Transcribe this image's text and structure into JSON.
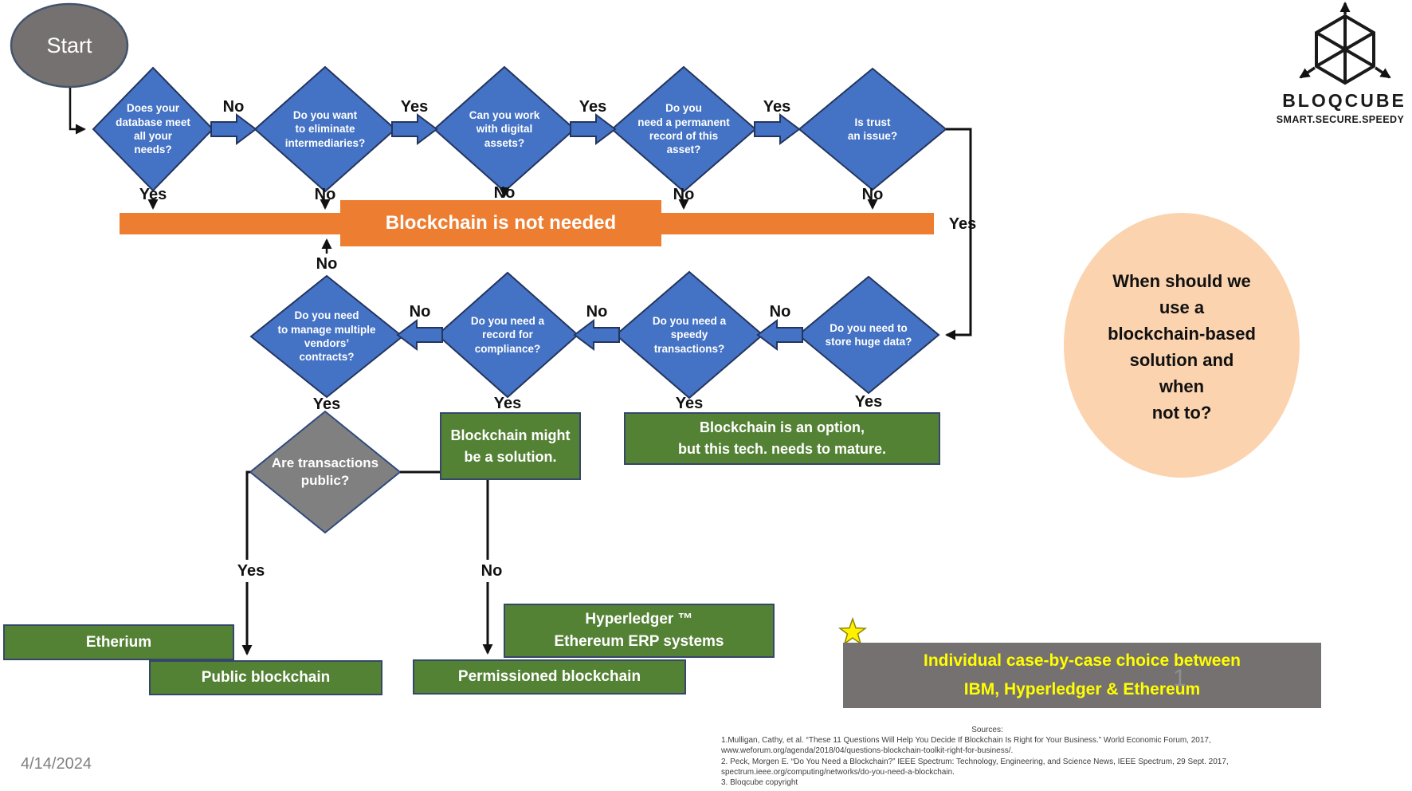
{
  "slide": {
    "date": "4/14/2024",
    "page_number": "1"
  },
  "logo": {
    "name": "BLOQCUBE",
    "tagline": "SMART.SECURE.SPEEDY",
    "icon": "cube-with-arrows"
  },
  "colors": {
    "diamond_blue": "#4472C4",
    "border_navy": "#2E4A7C",
    "orange": "#ED7D31",
    "green": "#548235",
    "gray": "#767171",
    "peach": "#FBD3AF",
    "choice_text_yellow": "#FFFF00",
    "star_yellow": "#FFF100"
  },
  "start": {
    "label": "Start"
  },
  "question_circle": {
    "text": "When should we\nuse a\nblockchain-based\nsolution and\nwhen\nnot to?"
  },
  "banner": {
    "text": "Blockchain is not needed"
  },
  "top_row": {
    "diamonds": [
      {
        "text": "Does your\ndatabase meet\nall your\nneeds?",
        "down_label": "Yes"
      },
      {
        "text": "Do you want\nto eliminate\nintermediaries?",
        "down_label": "No"
      },
      {
        "text": "Can you work\nwith digital\nassets?",
        "down_label": "No"
      },
      {
        "text": "Do you\nneed a permanent\nrecord of this\nasset?",
        "down_label": "No"
      },
      {
        "text": "Is trust\nan issue?",
        "down_label": "No"
      }
    ],
    "between_labels": [
      "No",
      "Yes",
      "Yes",
      "Yes"
    ],
    "trust_yes_label": "Yes"
  },
  "second_row": {
    "up_no_label": "No",
    "diamonds": [
      {
        "text": "Do you need\nto manage multiple\nvendors’\ncontracts?",
        "down_label": "Yes"
      },
      {
        "text": "Do you need a\nrecord for\ncompliance?",
        "down_label": "Yes"
      },
      {
        "text": "Do you need a\nspeedy\ntransactions?",
        "down_label": "Yes"
      },
      {
        "text": "Do you need to\nstore huge data?",
        "down_label": "Yes"
      }
    ],
    "between_labels": [
      "No",
      "No",
      "No"
    ]
  },
  "outcomes": {
    "might_be_solution": "Blockchain might\nbe a solution.",
    "option_mature": "Blockchain is an option,\nbut this tech. needs to mature."
  },
  "public_diamond": {
    "text": "Are transactions\npublic?",
    "yes_label": "Yes",
    "no_label": "No"
  },
  "results": {
    "etherium": "Etherium",
    "public_blockchain": "Public blockchain",
    "permissioned_blockchain": "Permissioned blockchain",
    "hyperledger": "Hyperledger ™\nEthereum ERP systems"
  },
  "choice_box": {
    "text": "Individual case-by-case choice between\nIBM, Hyperledger & Ethereum",
    "icon": "star"
  },
  "sources": {
    "title": "Sources:",
    "lines": [
      "1.Mulligan, Cathy, et al. “These 11 Questions Will Help You Decide If Blockchain Is Right for Your Business.” World Economic Forum, 2017,",
      "www.weforum.org/agenda/2018/04/questions-blockchain-toolkit-right-for-business/.",
      "2. Peck, Morgen E. “Do You Need a Blockchain?” IEEE Spectrum: Technology, Engineering, and Science News, IEEE Spectrum, 29 Sept. 2017,",
      "spectrum.ieee.org/computing/networks/do-you-need-a-blockchain.",
      "3. Bloqcube copyright"
    ]
  }
}
